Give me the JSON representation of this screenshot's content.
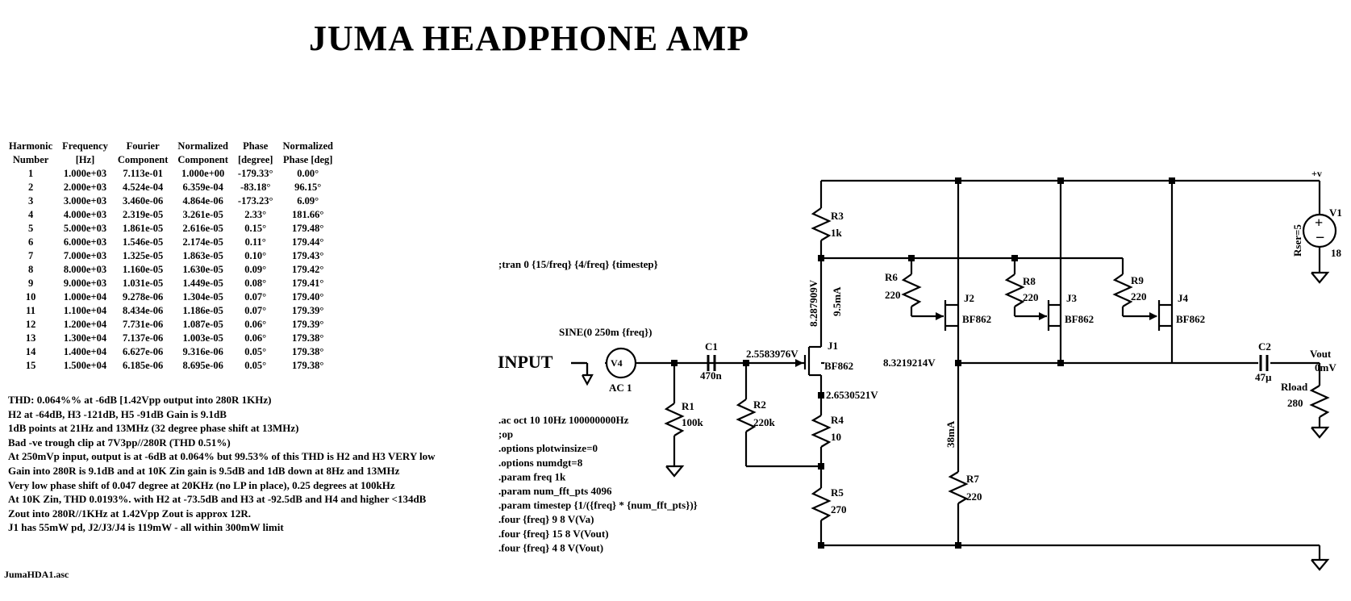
{
  "title": "JUMA HEADPHONE AMP",
  "fourier_table": {
    "headers": [
      [
        "Harmonic",
        "Number"
      ],
      [
        "Frequency",
        "[Hz]"
      ],
      [
        "Fourier",
        "Component"
      ],
      [
        "Normalized",
        "Component"
      ],
      [
        "Phase",
        "[degree]"
      ],
      [
        "Normalized",
        "Phase [deg]"
      ]
    ],
    "rows": [
      [
        "1",
        "1.000e+03",
        "7.113e-01",
        "1.000e+00",
        "-179.33°",
        "0.00°"
      ],
      [
        "2",
        "2.000e+03",
        "4.524e-04",
        "6.359e-04",
        "-83.18°",
        "96.15°"
      ],
      [
        "3",
        "3.000e+03",
        "3.460e-06",
        "4.864e-06",
        "-173.23°",
        "6.09°"
      ],
      [
        "4",
        "4.000e+03",
        "2.319e-05",
        "3.261e-05",
        "2.33°",
        "181.66°"
      ],
      [
        "5",
        "5.000e+03",
        "1.861e-05",
        "2.616e-05",
        "0.15°",
        "179.48°"
      ],
      [
        "6",
        "6.000e+03",
        "1.546e-05",
        "2.174e-05",
        "0.11°",
        "179.44°"
      ],
      [
        "7",
        "7.000e+03",
        "1.325e-05",
        "1.863e-05",
        "0.10°",
        "179.43°"
      ],
      [
        "8",
        "8.000e+03",
        "1.160e-05",
        "1.630e-05",
        "0.09°",
        "179.42°"
      ],
      [
        "9",
        "9.000e+03",
        "1.031e-05",
        "1.449e-05",
        "0.08°",
        "179.41°"
      ],
      [
        "10",
        "1.000e+04",
        "9.278e-06",
        "1.304e-05",
        "0.07°",
        "179.40°"
      ],
      [
        "11",
        "1.100e+04",
        "8.434e-06",
        "1.186e-05",
        "0.07°",
        "179.39°"
      ],
      [
        "12",
        "1.200e+04",
        "7.731e-06",
        "1.087e-05",
        "0.06°",
        "179.39°"
      ],
      [
        "13",
        "1.300e+04",
        "7.137e-06",
        "1.003e-05",
        "0.06°",
        "179.38°"
      ],
      [
        "14",
        "1.400e+04",
        "6.627e-06",
        "9.316e-06",
        "0.05°",
        "179.38°"
      ],
      [
        "15",
        "1.500e+04",
        "6.185e-06",
        "8.695e-06",
        "0.05°",
        "179.38°"
      ]
    ]
  },
  "notes": [
    "THD:   0.064%% at -6dB [1.42Vpp output into 280R 1KHz)",
    "H2 at -64dB, H3 -121dB,  H5 -91dB  Gain is 9.1dB",
    "1dB points at 21Hz and 13MHz (32 degree phase shift at 13MHz)",
    "Bad -ve trough clip at 7V3pp//280R (THD 0.51%)",
    "At 250mVp input, output is at -6dB at 0.064% but 99.53% of this THD is H2 and H3 VERY low",
    "Gain into 280R is 9.1dB and at 10K Zin gain is 9.5dB and 1dB down at 8Hz and 13MHz",
    "Very low phase shift of 0.047 degree at 20KHz (no LP in place), 0.25 degrees at 100kHz",
    "At 10K Zin, THD 0.0193%. with H2 at -73.5dB and H3 at -92.5dB and H4 and higher <134dB",
    "Zout into 280R//1KHz at 1.42Vpp Zout is approx 12R.",
    "J1 has 55mW pd, J2/J3/J4 is 119mW - all within 300mW limit"
  ],
  "filename": "JumaHDA1.asc",
  "spice": {
    "tran": ";tran 0 {15/freq} {4/freq} {timestep}",
    "directives": [
      ".ac oct 10 10Hz 100000000Hz",
      ";op",
      ".options plotwinsize=0",
      ".options numdgt=8",
      ".param freq 1k",
      ".param num_fft_pts 4096",
      ".param timestep {1/({freq} * {num_fft_pts})}",
      ".four {freq} 9 8 V(Va)",
      ".four {freq} 15 8 V(Vout)",
      ".four {freq} 4 8 V(Vout)"
    ]
  },
  "schematic": {
    "input_label": "INPUT",
    "source": {
      "name": "V4",
      "value": "SINE(0 250m {freq})",
      "ac": "AC 1"
    },
    "supply": {
      "name": "V1",
      "value": "18",
      "rser": "Rser=5",
      "net": "+v"
    },
    "c1": {
      "name": "C1",
      "value": "470n"
    },
    "c2": {
      "name": "C2",
      "value": "47µ"
    },
    "r1": {
      "name": "R1",
      "value": "100k"
    },
    "r2": {
      "name": "R2",
      "value": "220k"
    },
    "r3": {
      "name": "R3",
      "value": "1k"
    },
    "r4": {
      "name": "R4",
      "value": "10"
    },
    "r5": {
      "name": "R5",
      "value": "270"
    },
    "r6": {
      "name": "R6",
      "value": "220"
    },
    "r7": {
      "name": "R7",
      "value": "220"
    },
    "r8": {
      "name": "R8",
      "value": "220"
    },
    "r9": {
      "name": "R9",
      "value": "220"
    },
    "rload": {
      "name": "Rload",
      "value": "280"
    },
    "j1": {
      "name": "J1",
      "value": "BF862"
    },
    "j2": {
      "name": "J2",
      "value": "BF862"
    },
    "j3": {
      "name": "J3",
      "value": "BF862"
    },
    "j4": {
      "name": "J4",
      "value": "BF862"
    },
    "vout": {
      "name": "Vout",
      "value": "0mV"
    },
    "annotations": {
      "gate_voltage": "2.5583976V",
      "source_voltage": "2.6530521V",
      "drain_voltage": "8.287909V",
      "drain_current": "9.5mA",
      "out_voltage": "8.3219214V",
      "out_current": "38mA"
    }
  }
}
